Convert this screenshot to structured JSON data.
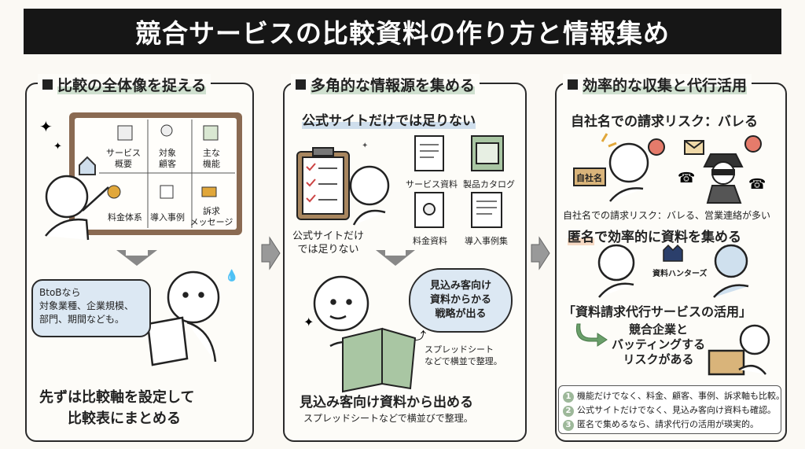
{
  "title": "競合サービスの比較資料の作り方と情報集め",
  "panel1": {
    "heading": "比較の全体像を捉える",
    "board_cells": [
      "サービス\n概要",
      "対象\n顧客",
      "主な\n機能",
      "料金体系",
      "導入事例",
      "訴求\nメッセージ"
    ],
    "bubble": "BtoBなら\n対象業種、企業規模、\n部門、期間なども。",
    "footer_line1": "先ずは比較軸を設定して",
    "footer_line2": "比較表にまとめる"
  },
  "panel2": {
    "heading": "多角的な情報源を集める",
    "subheading": "公式サイトだけでは足りない",
    "docs": [
      "サービス資料",
      "製品カタログ",
      "料金資料",
      "導入事例集"
    ],
    "clip_caption": "公式サイトだけ\nでは足りない",
    "bubble": "見込み客向け\n資料からかる\n戦略が出る",
    "note": "スプレッドシート\nなどで横並で整理。",
    "footer_line1": "見込み客向け資料から出める",
    "footer_line2": "スプレッドシートなどで横並びで整理。"
  },
  "panel3": {
    "heading": "効率的な収集と代行活用",
    "risk_title": "自社名での請求リスク：バレる",
    "sign": "自社名",
    "risk_caption": "自社名での請求リスク：バレる、営業連絡が多い",
    "anon_title_hl": "匿名",
    "anon_title_rest": "で効率的に資料を集める",
    "brand": "資料ハンターズ",
    "service_title": "「資料請求代行サービスの活用」",
    "vet_text": "競合企業と\nバッティングする\nリスクがある",
    "summary": [
      "機能だけでなく、料金、顧客、事例、訴求軸も比較。",
      "公式サイトだけでなく、見込み客向け資料も確認。",
      "匿名で集めるなら、請求代行の活用が瑛実的。"
    ],
    "summary_numbers": [
      "1",
      "2",
      "3"
    ]
  },
  "colors": {
    "title_bg": "#161616",
    "green_highlight": "#cfe0cf",
    "blue_bubble": "#dce8f3",
    "peach_highlight": "#f6d9c3",
    "gold_icon": "#e1a73a"
  }
}
